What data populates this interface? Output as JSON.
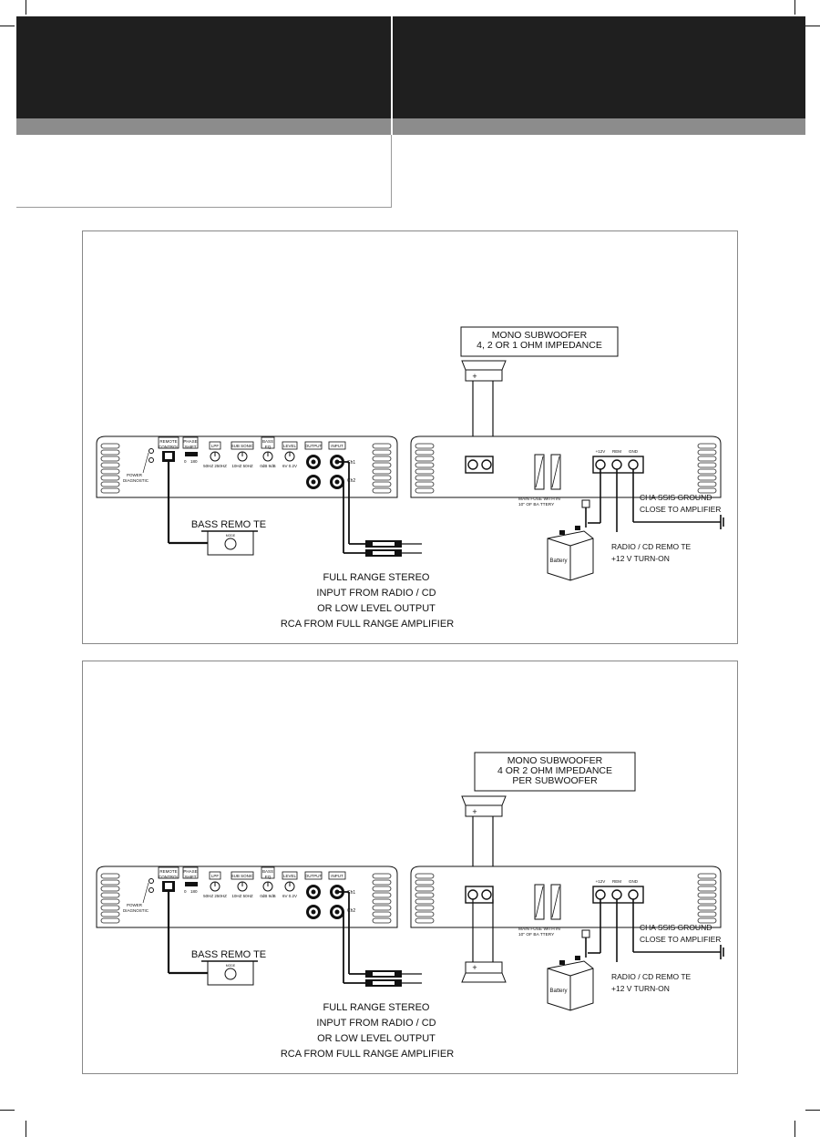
{
  "diagram1": {
    "speaker_box": [
      "MONO SUBWOOFER",
      "4, 2 OR 1 OHM IMPEDANCE"
    ],
    "bass_remote": "BASS REMO TE",
    "fuse": [
      "MAIN FUSE WITH IN",
      "10\" OF BA TTERY"
    ],
    "ground": [
      "CHA SSIS GROUND",
      "CLOSE TO AMPLIFIER"
    ],
    "remote": [
      "RADIO / CD REMO  TE",
      "+12 V TURN-ON"
    ],
    "input": [
      "FULL RANGE STEREO",
      "INPUT FROM RADIO / CD",
      "OR LOW LEVEL OUTPUT",
      "RCA FROM FULL RANGE AMPLIFIER"
    ]
  },
  "diagram2": {
    "speaker_box": [
      "MONO SUBWOOFER",
      "4 OR 2 OHM IMPEDANCE",
      "PER SUBWOOFER"
    ],
    "bass_remote": "BASS REMO TE",
    "fuse": [
      "MAIN FUSE WITH IN",
      "10\" OF BA TTERY"
    ],
    "ground": [
      "CHA SSIS GROUND",
      "CLOSE TO AMPLIFIER"
    ],
    "remote": [
      "RADIO / CD REMO  TE",
      "+12 V TURN-ON"
    ],
    "input": [
      "FULL RANGE STEREO",
      "INPUT FROM RADIO / CD",
      "OR LOW LEVEL OUTPUT",
      "RCA FROM FULL RANGE AMPLIFIER"
    ]
  },
  "amp_labels": {
    "power": "POWER",
    "diagnostic": "DIAGNOSTIC",
    "remote_control": [
      "REMOTE",
      "CONTROL"
    ],
    "phase_shift": [
      "PHASE",
      "SHIFT"
    ],
    "phase_values": [
      "0",
      "180"
    ],
    "lpf": "LPF",
    "lpf_range": "50HZ 250HZ",
    "subsonic": "SUB SONIC",
    "subsonic_range": "10HZ 50HZ",
    "bass_eq": [
      "BASS",
      "EQ"
    ],
    "bass_eq_range": "0dB 9dB",
    "level": "LEVEL",
    "level_range": "6V 0.2V",
    "output": "OUTPUT",
    "input": "INPUT",
    "ch1": "Ch1",
    "ch2": "Ch2",
    "terminals": [
      "+12V",
      "REM",
      "GND"
    ],
    "speaker_plus": "+",
    "battery": "Battery",
    "remote_knob": "MODE"
  }
}
